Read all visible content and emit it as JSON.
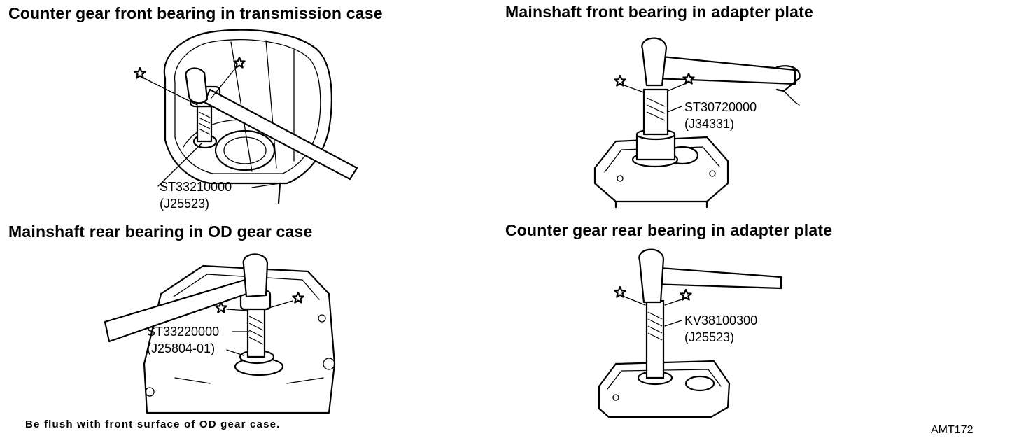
{
  "panels": [
    {
      "title": "Counter gear front bearing in transmission case",
      "tool_code": "ST33210000",
      "tool_alt": "(J25523)"
    },
    {
      "title": "Mainshaft front bearing in adapter plate",
      "tool_code": "ST30720000",
      "tool_alt": "(J34331)"
    },
    {
      "title": "Mainshaft rear bearing in OD gear case",
      "tool_code": "ST33220000",
      "tool_alt": "(J25804-01)"
    },
    {
      "title": "Counter gear rear bearing in adapter plate",
      "tool_code": "KV38100300",
      "tool_alt": "(J25523)"
    }
  ],
  "note": "Be flush with front surface of OD gear case.",
  "figure_code": "AMT172",
  "star_icon": "star-icon"
}
